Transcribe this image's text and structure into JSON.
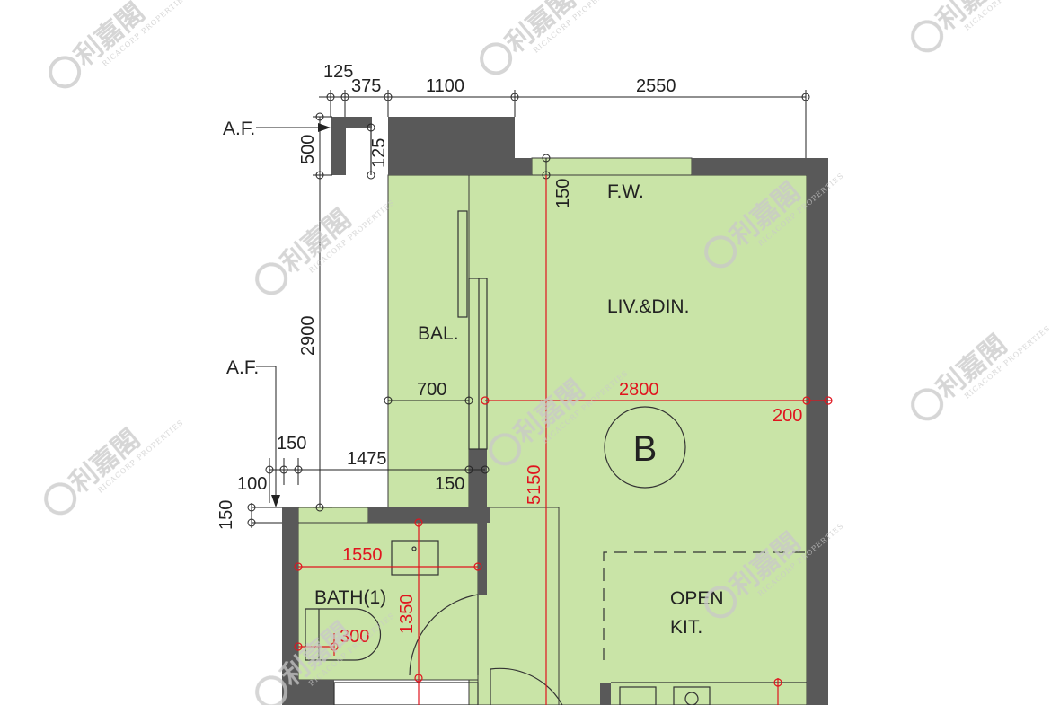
{
  "plan": {
    "colors": {
      "floor": "#c9e4a7",
      "wall": "#595959",
      "dimension_black": "#222222",
      "dimension_red": "#e0141e",
      "watermark": "#c9c9c9"
    },
    "rooms": {
      "living": "LIV.&DIN.",
      "balcony": "BAL.",
      "bath": "BATH(1)",
      "kitchen_line1": "OPEN",
      "kitchen_line2": "KIT.",
      "flat_window": "F.W.",
      "unit_label": "B"
    },
    "annotations": {
      "af_top": "A.F.",
      "af_mid": "A.F."
    },
    "dimensions_black": {
      "d125": "125",
      "d375": "375",
      "d1100": "1100",
      "d2550": "2550",
      "d500": "500",
      "d125v": "125",
      "d150fw": "150",
      "d2900": "2900",
      "d700": "700",
      "d150a": "150",
      "d1475": "1475",
      "d100": "100",
      "d150b": "150",
      "d150c": "150"
    },
    "dimensions_red": {
      "d2800": "2800",
      "d200": "200",
      "d5150": "5150",
      "d1550": "1550",
      "d1350": "1350",
      "d300": "300"
    },
    "watermark": {
      "brand": "利嘉閣",
      "sub": "RICACORP PROPERTIES"
    }
  }
}
